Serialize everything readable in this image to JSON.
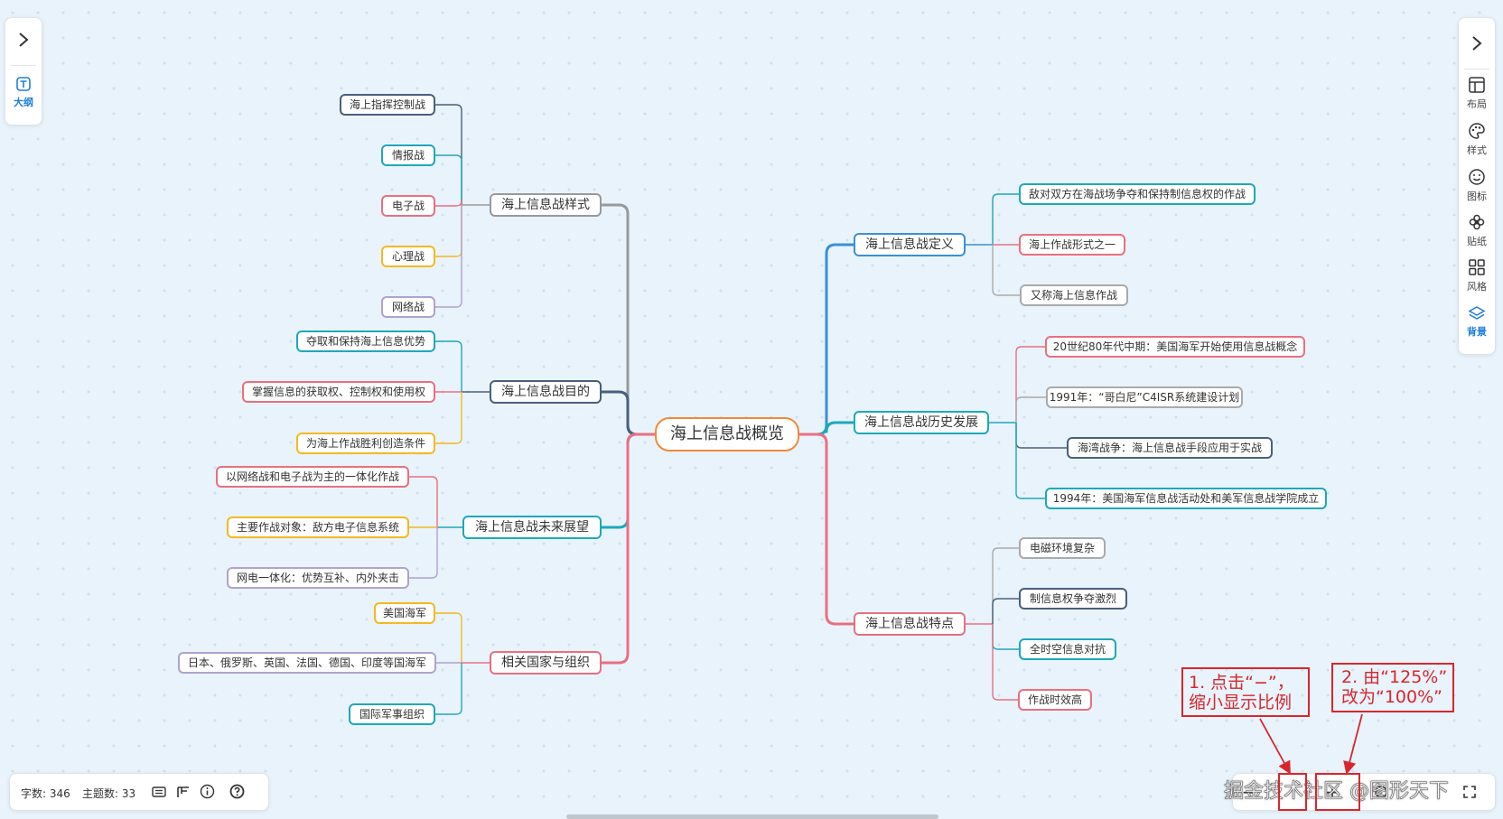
{
  "mindmap": {
    "root": "海上信息战概览",
    "left": [
      {
        "title": "海上信息战样式",
        "color": "#999999",
        "children": [
          {
            "text": "海上指挥控制战",
            "color": "#4a5f7d"
          },
          {
            "text": "情报战",
            "color": "#1ea8b9"
          },
          {
            "text": "电子战",
            "color": "#ea6f7f"
          },
          {
            "text": "心理战",
            "color": "#f4b821"
          },
          {
            "text": "网络战",
            "color": "#b0a2cd"
          }
        ]
      },
      {
        "title": "海上信息战目的",
        "color": "#4a5f7d",
        "children": [
          {
            "text": "夺取和保持海上信息优势",
            "color": "#1ea8b9"
          },
          {
            "text": "掌握信息的获取权、控制权和使用权",
            "color": "#ea6f7f"
          },
          {
            "text": "为海上作战胜利创造条件",
            "color": "#f4b821"
          }
        ]
      },
      {
        "title": "海上信息战未来展望",
        "color": "#1ea8b9",
        "children": [
          {
            "text": "以网络战和电子战为主的一体化作战",
            "color": "#ea6f7f"
          },
          {
            "text": "主要作战对象：敌方电子信息系统",
            "color": "#f4b821"
          },
          {
            "text": "网电一体化：优势互补、内外夹击",
            "color": "#b0a2cd"
          }
        ]
      },
      {
        "title": "相关国家与组织",
        "color": "#ea6f7f",
        "children": [
          {
            "text": "美国海军",
            "color": "#f4b821"
          },
          {
            "text": "日本、俄罗斯、英国、法国、德国、印度等国海军",
            "color": "#b0a2cd"
          },
          {
            "text": "国际军事组织",
            "color": "#1ea8b9"
          }
        ]
      }
    ],
    "right": [
      {
        "title": "海上信息战定义",
        "color": "#3b90d4",
        "children": [
          {
            "text": "敌对双方在海战场争夺和保持制信息权的作战",
            "color": "#1ea8b9"
          },
          {
            "text": "海上作战形式之一",
            "color": "#ea6f7f"
          },
          {
            "text": "又称海上信息作战",
            "color": "#aaaaaa"
          }
        ]
      },
      {
        "title": "海上信息战历史发展",
        "color": "#1ea8b9",
        "children": [
          {
            "text": "20世纪80年代中期：美国海军开始使用信息战概念",
            "color": "#ea6f7f"
          },
          {
            "text": "1991年：“哥白尼”C4ISR系统建设计划",
            "color": "#aaaaaa"
          },
          {
            "text": "海湾战争：海上信息战手段应用于实战",
            "color": "#4a5f7d"
          },
          {
            "text": "1994年：美国海军信息战活动处和美军信息战学院成立",
            "color": "#1ea8b9"
          }
        ]
      },
      {
        "title": "海上信息战特点",
        "color": "#ea6f7f",
        "children": [
          {
            "text": "电磁环境复杂",
            "color": "#aaaaaa"
          },
          {
            "text": "制信息权争夺激烈",
            "color": "#4a5f7d"
          },
          {
            "text": "全时空信息对抗",
            "color": "#1ea8b9"
          },
          {
            "text": "作战时效高",
            "color": "#ea6f7f"
          }
        ]
      }
    ],
    "root_color": "#f08a3b"
  },
  "left_panel": {
    "outline_label": "大纲"
  },
  "right_panel": {
    "tools": [
      "布局",
      "样式",
      "图标",
      "贴纸",
      "风格",
      "背景"
    ],
    "active_tool": "背景"
  },
  "status": {
    "word_count": "字数: 346",
    "topic_count": "主题数: 33"
  },
  "annotations": {
    "a1_line1": "1. 点击“−”，",
    "a1_line2": "缩小显示比例",
    "a2_line1": "2. 由“125%”",
    "a2_line2": "改为“100%”"
  },
  "watermark": "掘金技术社区 @图形天下"
}
